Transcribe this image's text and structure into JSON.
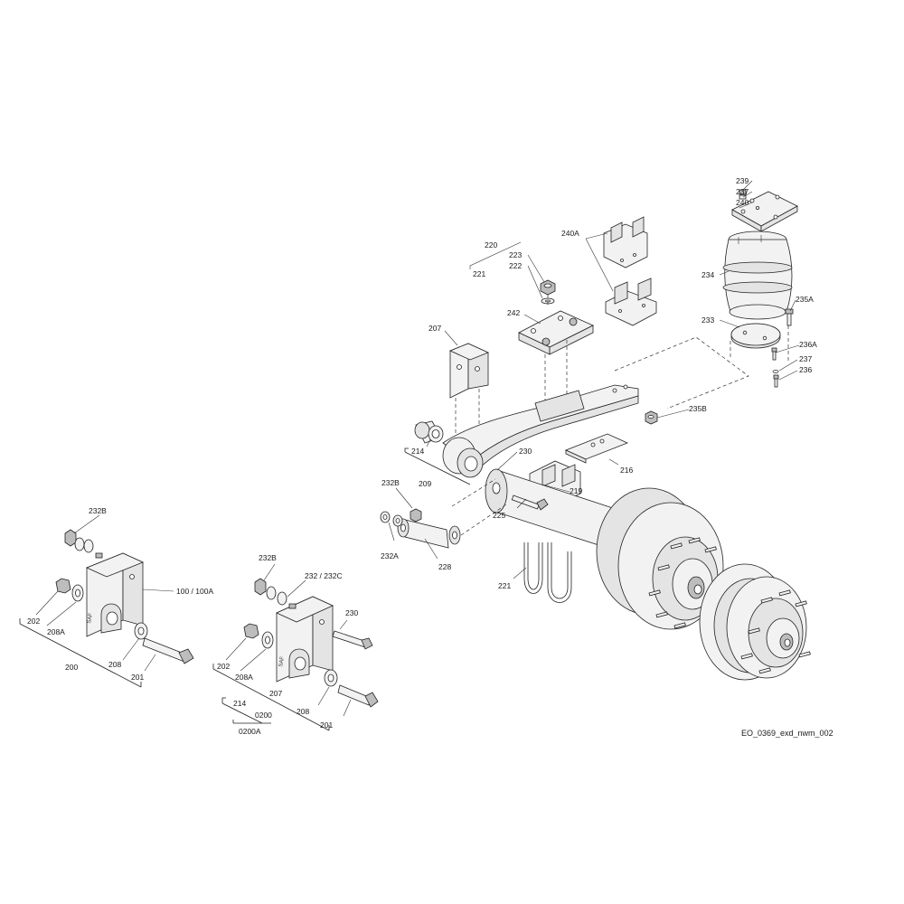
{
  "diagram": {
    "reference_code": "EO_0369_exd_nwm_002",
    "labels": {
      "l239": "239",
      "l237a": "237",
      "l240": "240",
      "l234": "234",
      "l235A": "235A",
      "l233": "233",
      "l236A": "236A",
      "l237b": "237",
      "l236": "236",
      "l240A": "240A",
      "l220": "220",
      "l223": "223",
      "l222": "222",
      "l221a": "221",
      "l242": "242",
      "l207a": "207",
      "l235B": "235B",
      "l214a": "214",
      "l230a": "230",
      "l209": "209",
      "l216": "216",
      "l219": "219",
      "l232Ba": "232B",
      "l225": "225",
      "l232A": "232A",
      "l228": "228",
      "l221b": "221",
      "l232Bb": "232B",
      "l100": "100 / 100A",
      "l202a": "202",
      "l208Aa": "208A",
      "l200": "200",
      "l208a": "208",
      "l201a": "201",
      "l232Bc": "232B",
      "l232C": "232 / 232C",
      "l230b": "230",
      "l202b": "202",
      "l208Ab": "208A",
      "l207b": "207",
      "l214b": "214",
      "l0200": "0200",
      "l0200A": "0200A",
      "l208b": "208",
      "l201b": "201"
    }
  }
}
